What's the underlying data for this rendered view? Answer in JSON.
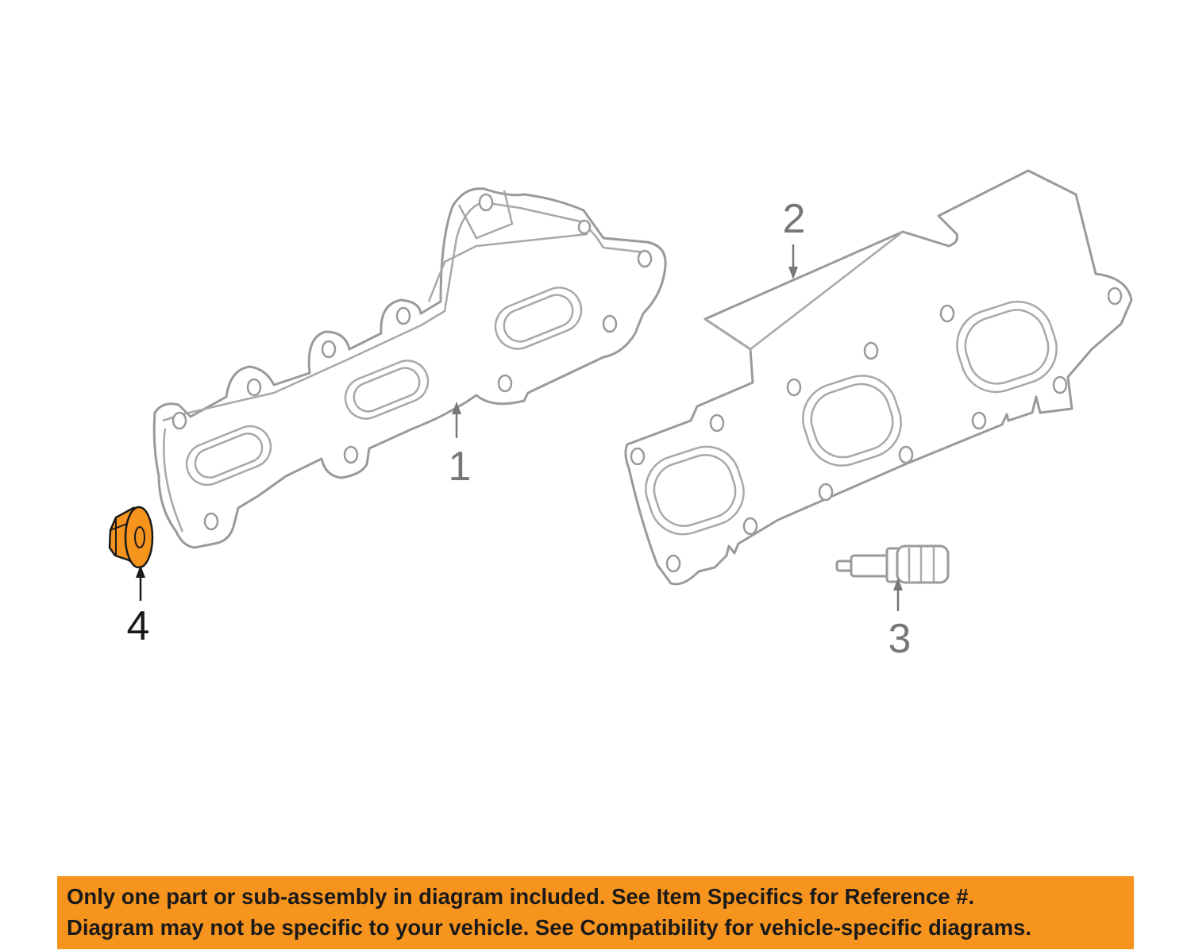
{
  "diagram": {
    "callouts": [
      {
        "id": "1",
        "label": "1"
      },
      {
        "id": "2",
        "label": "2"
      },
      {
        "id": "3",
        "label": "3"
      },
      {
        "id": "4",
        "label": "4"
      }
    ],
    "highlight_part": "4",
    "highlight_color": "#f7941e",
    "line_color": "#9a9a9a"
  },
  "notice": {
    "line1": "Only one part or sub-assembly in diagram included. See Item Specifics for Reference #.",
    "line2": "Diagram may not be specific to your vehicle. See Compatibility for vehicle-specific diagrams.",
    "background": "#f7941e"
  }
}
